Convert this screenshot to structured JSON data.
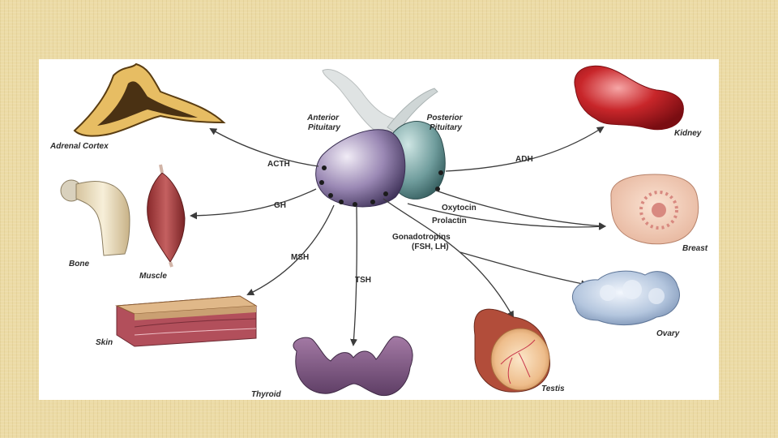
{
  "pituitary": {
    "anterior": [
      "Anterior",
      "Pituitary"
    ],
    "posterior": [
      "Posterior",
      "Pituitary"
    ]
  },
  "hormones": {
    "acth": "ACTH",
    "gh": "GH",
    "msh": "MSH",
    "tsh": "TSH",
    "adh": "ADH",
    "oxytocin": "Oxytocin",
    "prolactin": "Prolactin",
    "gonadotropins": [
      "Gonadotropins",
      "(FSH, LH)"
    ]
  },
  "targets": {
    "adrenal_cortex": "Adrenal Cortex",
    "bone": "Bone",
    "muscle": "Muscle",
    "skin": "Skin",
    "thyroid": "Thyroid",
    "testis": "Testis",
    "ovary": "Ovary",
    "breast": "Breast",
    "kidney": "Kidney"
  }
}
